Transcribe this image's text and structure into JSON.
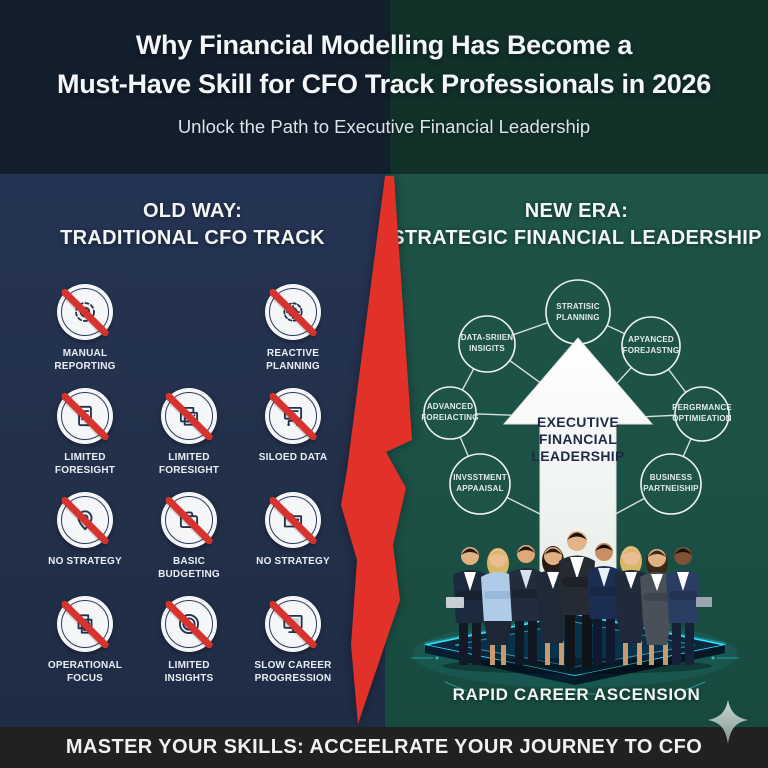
{
  "title": {
    "line1": "Why Financial Modelling Has Become a",
    "line2": "Must-Have Skill for CFO Track Professionals in 2026",
    "subtitle": "Unlock the Path to Executive Financial Leadership"
  },
  "old_way": {
    "heading_line1": "OLD WAY:",
    "heading_line2": "TRADITIONAL CFO TRACK",
    "items": [
      {
        "label": "MANUAL REPORTING",
        "icon": "process-gear-icon"
      },
      {
        "label": "REACTIVE PLANNING",
        "icon": "gear-icon"
      },
      {
        "label": "LIMITED FORESIGHT",
        "icon": "calculator-icon"
      },
      {
        "label": "LIMITED FORESIGHT",
        "icon": "printer-icon"
      },
      {
        "label": "SILOED DATA",
        "icon": "monitor-network-icon"
      },
      {
        "label": "NO STRATEGY",
        "icon": "map-pin-icon"
      },
      {
        "label": "BASIC BUDGETING",
        "icon": "briefcase-lock-icon"
      },
      {
        "label": "NO STRATEGY",
        "icon": "folder-icon"
      },
      {
        "label": "OPERATIONAL FOCUS",
        "icon": "documents-icon"
      },
      {
        "label": "LIMITED INSIGHTS",
        "icon": "target-icon"
      },
      {
        "label": "SLOW CAREER PROGRESSION",
        "icon": "screen-icon"
      }
    ]
  },
  "new_era": {
    "heading_line1": "NEW ERA:",
    "heading_line2": "STRATEGIC FINANCIAL LEADERSHIP",
    "nodes": [
      {
        "label": "STRATISIC PLANNING"
      },
      {
        "label": "DATA-SRIIEN INSIGITS"
      },
      {
        "label": "APYANCED FOREJASTNG"
      },
      {
        "label": "ADVANCED FOREIACTING"
      },
      {
        "label": "PERGRMANCE OPTIMIEATION"
      },
      {
        "label": "INVSSTMENT APPAAISAL"
      },
      {
        "label": "BUSINESS PARTNEISHIP"
      }
    ],
    "arrow": {
      "line1": "EXECUTIVE",
      "line2": "FINANCIAL",
      "line3": "LEADERSHIP"
    },
    "caption": "RAPID CAREER ASCENSION"
  },
  "footer": {
    "text": "MASTER YOUR SKILLS: ACCEELRATE YOUR JOURNEY TO CFO"
  },
  "colors": {
    "header_navy": "#141F2E",
    "header_green": "#113129",
    "panel_navy": "#223049",
    "panel_green": "#1E5348",
    "bolt_red": "#E23128",
    "slash_red": "#D8322E",
    "footer_dark": "#232021",
    "platform_cyan": "#35E2FF",
    "arrow_text_navy": "#1E2A47"
  }
}
